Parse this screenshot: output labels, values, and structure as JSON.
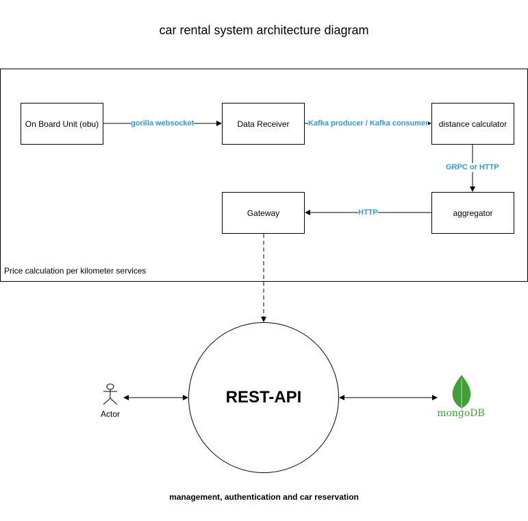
{
  "title": "car rental system architecture diagram",
  "container": {
    "label": "Price calculation per kilometer services"
  },
  "nodes": {
    "obu": "On Board Unit (obu)",
    "data_receiver": "Data Receiver",
    "distance_calculator": "distance calculator",
    "aggregator": "aggregator",
    "gateway": "Gateway",
    "rest_api": "REST-API",
    "actor": "Actor",
    "mongodb": "mongoDB"
  },
  "edges": {
    "obu_to_receiver": "gorilla websocket",
    "receiver_to_calculator": "Kafka producer / Kafka consumer",
    "calculator_to_aggregator": "GRPC or HTTP",
    "aggregator_to_gateway": "HTTP"
  },
  "rest_api_description": "management, authentication and car reservation",
  "colors": {
    "edge_label": "#3399e6",
    "mongodb_green": "#3fa037"
  }
}
